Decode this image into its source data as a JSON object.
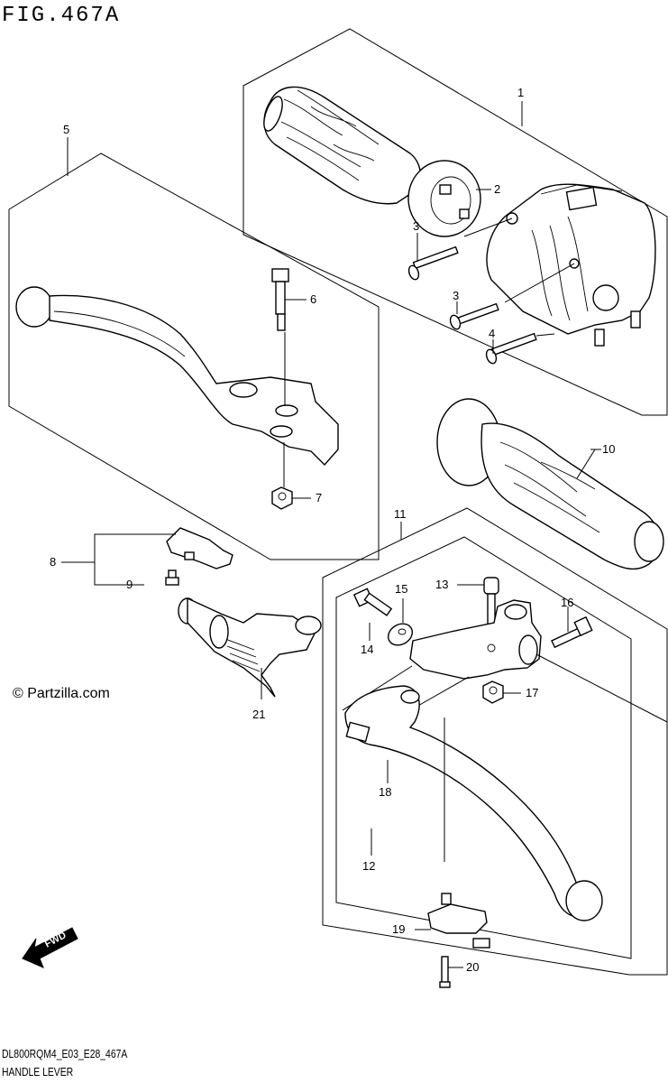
{
  "figure": {
    "title": "FIG.467A",
    "footer_code": "DL800RQM4_E03_E28_467A",
    "footer_name": "HANDLE LEVER",
    "watermark": "© Partzilla.com",
    "fwd_label": "FWD"
  },
  "callouts": [
    "1",
    "2",
    "3",
    "3",
    "4",
    "5",
    "6",
    "7",
    "8",
    "9",
    "10",
    "11",
    "12",
    "13",
    "14",
    "15",
    "16",
    "17",
    "18",
    "19",
    "20",
    "21"
  ]
}
